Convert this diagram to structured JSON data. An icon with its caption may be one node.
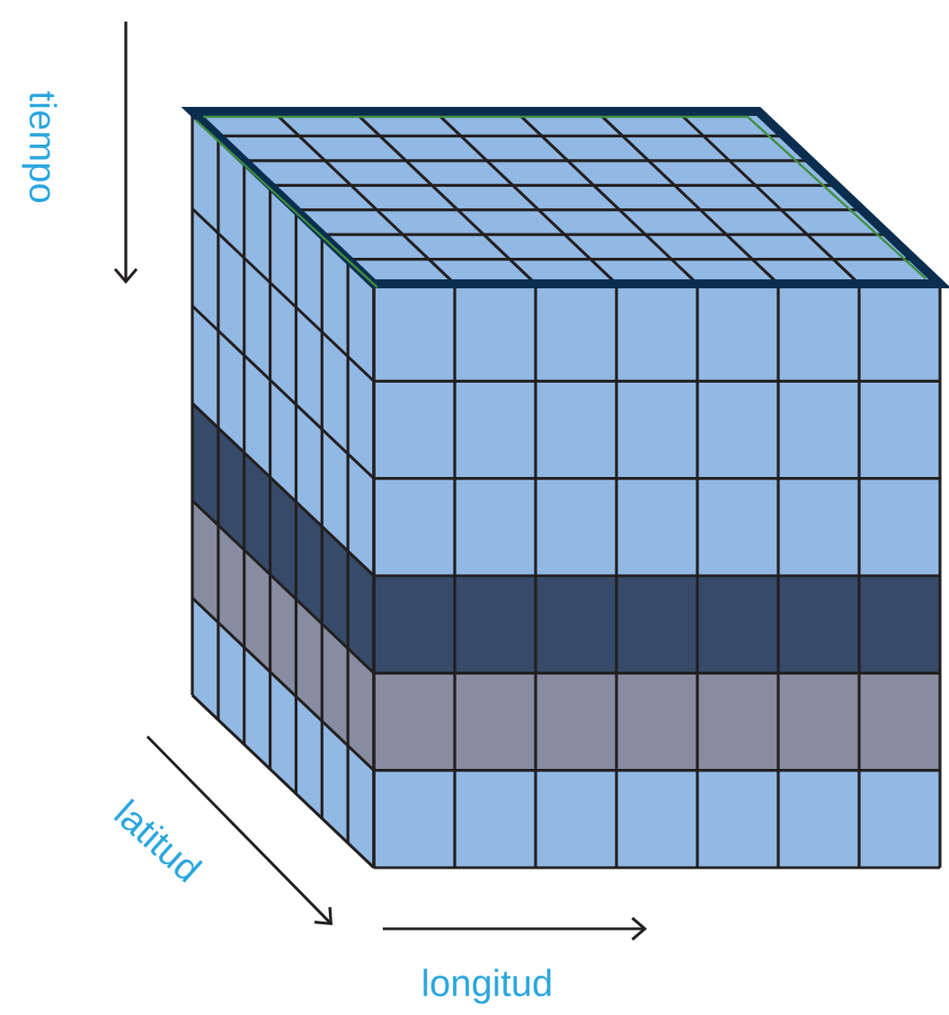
{
  "diagram": {
    "labels": [
      "tiempo",
      "latitud",
      "longitud"
    ]
  }
}
